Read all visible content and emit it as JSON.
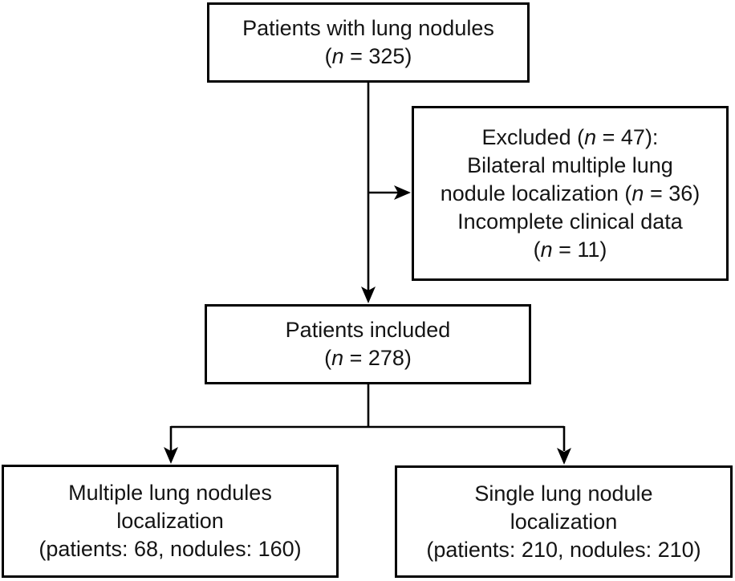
{
  "diagram": {
    "type": "flowchart",
    "colors": {
      "box_border": "#000000",
      "box_fill": "#ffffff",
      "connector": "#000000",
      "text": "#141414",
      "background": "#ffffff"
    },
    "boxes": {
      "top": {
        "lines": [
          "Patients with lung nodules",
          "(*n* = 325)"
        ]
      },
      "excluded": {
        "lines": [
          "Excluded (*n* = 47):",
          "Bilateral multiple lung",
          "nodule localization (*n* = 36)",
          "Incomplete clinical data",
          "(*n* = 11)"
        ]
      },
      "included": {
        "lines": [
          "Patients included",
          "(*n* = 278)"
        ]
      },
      "multiple": {
        "lines": [
          "Multiple lung nodules",
          "localization",
          "(patients: 68, nodules: 160)"
        ]
      },
      "single": {
        "lines": [
          "Single lung nodule",
          "localization",
          "(patients: 210, nodules: 210)"
        ]
      }
    }
  }
}
